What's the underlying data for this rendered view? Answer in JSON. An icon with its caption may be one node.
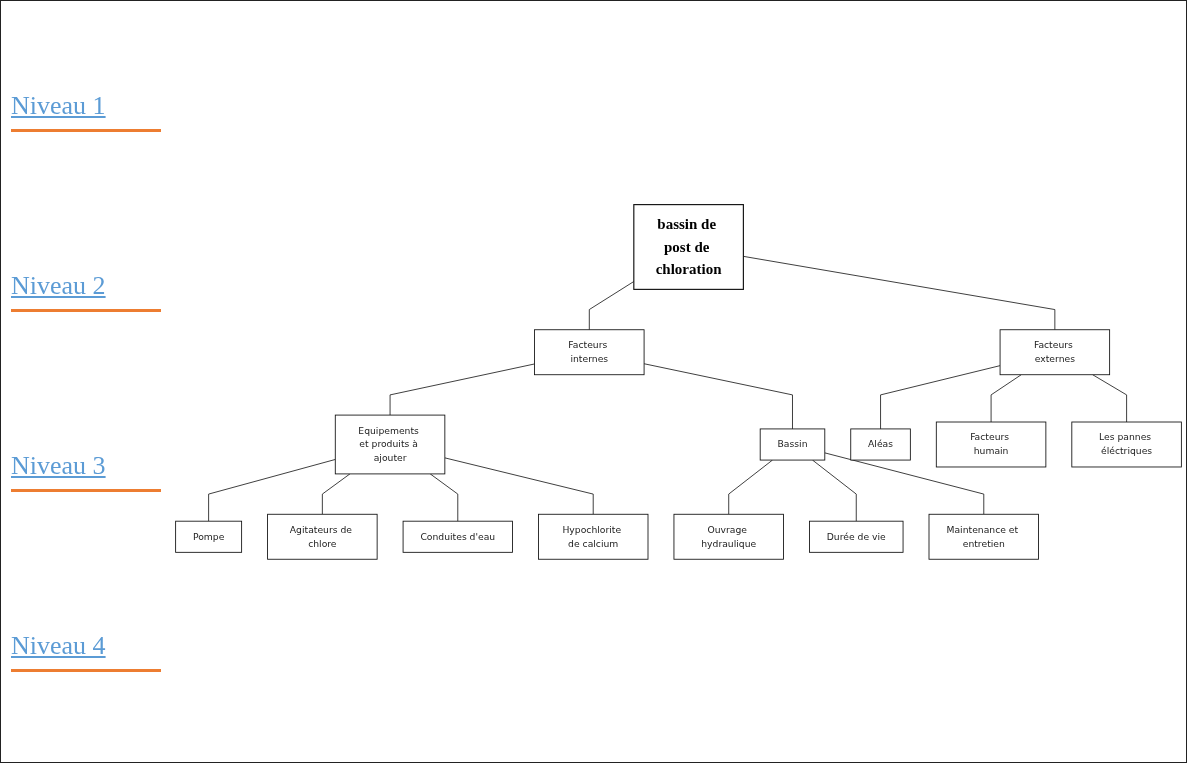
{
  "diagram": {
    "nodes": [
      {
        "text": [
          "bassin de post de chloration"
        ]
      },
      {
        "text": [
          "Facteurs internes"
        ]
      },
      {
        "text": [
          "Facteurs externes"
        ]
      },
      {
        "text": [
          "Equipements et produits à ajouter"
        ]
      },
      {
        "text": [
          "Bassin"
        ]
      },
      {
        "text": [
          "Aléas"
        ]
      },
      {
        "text": [
          "Pompe"
        ]
      },
      {
        "text": [
          "Agitateurs de chlore"
        ]
      },
      {
        "text": [
          "Conduites d'eau"
        ]
      },
      {
        "text": [
          "Hypochlorite de calcium"
        ]
      },
      {
        "text": [
          "Ouvrage hydraulique"
        ]
      },
      {
        "text": [
          "Durée de vie"
        ]
      },
      {
        "text": [
          "Maintenance et entretien"
        ]
      },
      {
        "text": [
          "Facteurs humain"
        ]
      },
      {
        "text": [
          "Les pannes éléctriques"
        ]
      }
    ],
    "edges": [
      {
        "from": 0,
        "to": 1,
        "arrow": "none"
      },
      {
        "from": 0,
        "to": 2,
        "arrow": "none"
      },
      {
        "from": 1,
        "to": 3,
        "arrow": "none"
      },
      {
        "from": 1,
        "to": 4,
        "arrow": "none"
      },
      {
        "from": 2,
        "to": 5,
        "arrow": "none"
      },
      {
        "from": 2,
        "to": 13,
        "arrow": "none"
      },
      {
        "from": 2,
        "to": 14,
        "arrow": "none"
      },
      {
        "from": 3,
        "to": 6,
        "arrow": "none"
      },
      {
        "from": 3,
        "to": 7,
        "arrow": "none"
      },
      {
        "from": 3,
        "to": 8,
        "arrow": "none"
      },
      {
        "from": 3,
        "to": 9,
        "arrow": "none"
      },
      {
        "from": 4,
        "to": 10,
        "arrow": "none"
      },
      {
        "from": 4,
        "to": 11,
        "arrow": "none"
      },
      {
        "from": 4,
        "to": 12,
        "arrow": "none"
      }
    ],
    "labels": [
      "Niveau 1",
      "Niveau 2",
      "Niveau 3",
      "Niveau 4"
    ]
  }
}
